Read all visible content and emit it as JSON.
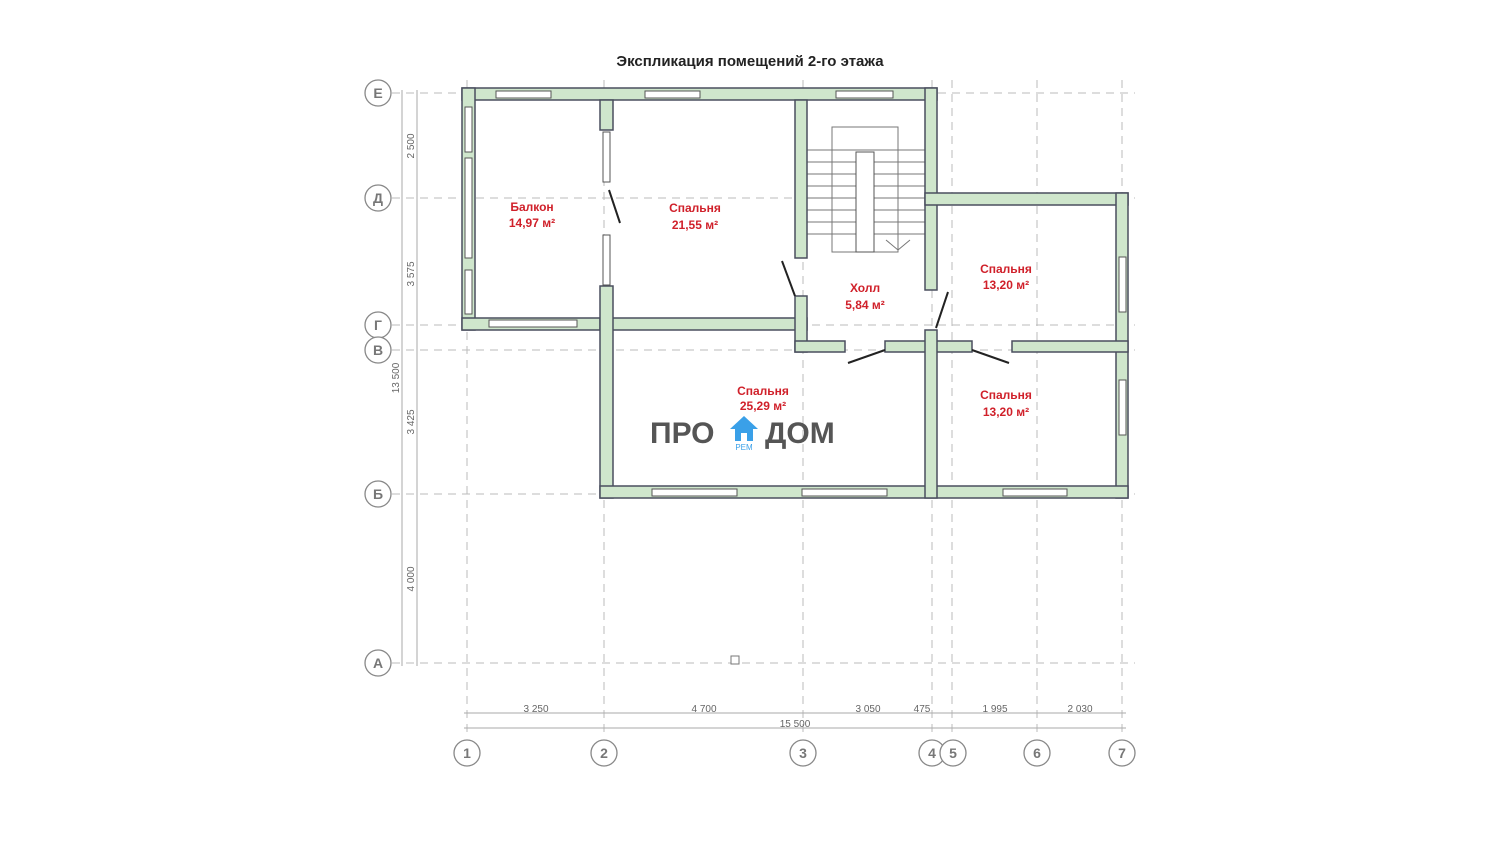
{
  "title": "Экспликация помещений 2-го этажа",
  "row_axes": [
    "Е",
    "Д",
    "Г",
    "В",
    "Б",
    "А"
  ],
  "col_axes": [
    "1",
    "2",
    "3",
    "4",
    "5",
    "6",
    "7"
  ],
  "vertical_dims": [
    "2 500",
    "3 575",
    "3 425",
    "4 000"
  ],
  "vertical_total": "13 500",
  "horizontal_dims": [
    "3 250",
    "4 700",
    "3 050",
    "475",
    "1 995",
    "2 030"
  ],
  "horizontal_total": "15 500",
  "rooms": [
    {
      "name": "Балкон",
      "area": "14,97 м²"
    },
    {
      "name": "Спальня",
      "area": "21,55 м²"
    },
    {
      "name": "Холл",
      "area": "5,84 м²"
    },
    {
      "name": "Спальня",
      "area": "13,20 м²"
    },
    {
      "name": "Спальня",
      "area": "25,29 м²"
    },
    {
      "name": "Спальня",
      "area": "13,20 м²"
    }
  ],
  "logo": {
    "left": "ПРО",
    "right": "ДОМ",
    "sub": "РЕМ",
    "house_color": "#3aa0e8"
  },
  "colors": {
    "wall": "#cfe6cc",
    "room_label": "#d0202a"
  }
}
